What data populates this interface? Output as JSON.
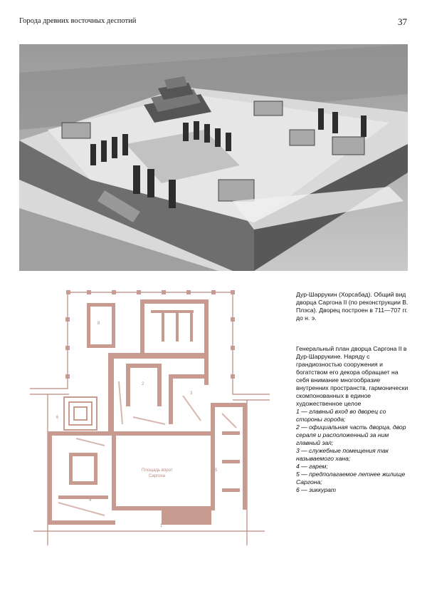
{
  "header": {
    "running_title": "Города древних восточных деспотий",
    "page_number": "37"
  },
  "photo_caption": "Дур-Шаррукин (Хорсабад). Общий вид дворца Саргона II (по реконструкции В. Плэса). Дворец построен в 711—707 гг. до н. э.",
  "plan_caption": {
    "intro": "Генеральный план дворца Саргона II в Дур-Шаррукине. Наряду с грандиозностью сооружения и богатством его декора обращает на себя внимание многообразие внутренних пространств, гармонически скомпонованных в единое художественное целое",
    "legend": [
      "1 — главный вход во дворец со стороны города;",
      "2 — официальная часть дворца, двор сераля и расположенный за ним главный зал;",
      "3 — служебные помещения так называемого хана;",
      "4 — гарем;",
      "5 — предполагаемое летнее жилище Саргона;",
      "6 — зиккурат"
    ]
  },
  "plan_labels": {
    "n1": "1",
    "n2": "2",
    "n3": "3",
    "n4": "4",
    "n5": "5",
    "n6": "6",
    "n8": "8",
    "courtyard_line1": "Площадь ворот",
    "courtyard_line2": "Саргона"
  },
  "colors": {
    "plan_walls": "#c79b90",
    "plan_lines": "#b88a80",
    "photo_base": "#bdbdbd"
  }
}
